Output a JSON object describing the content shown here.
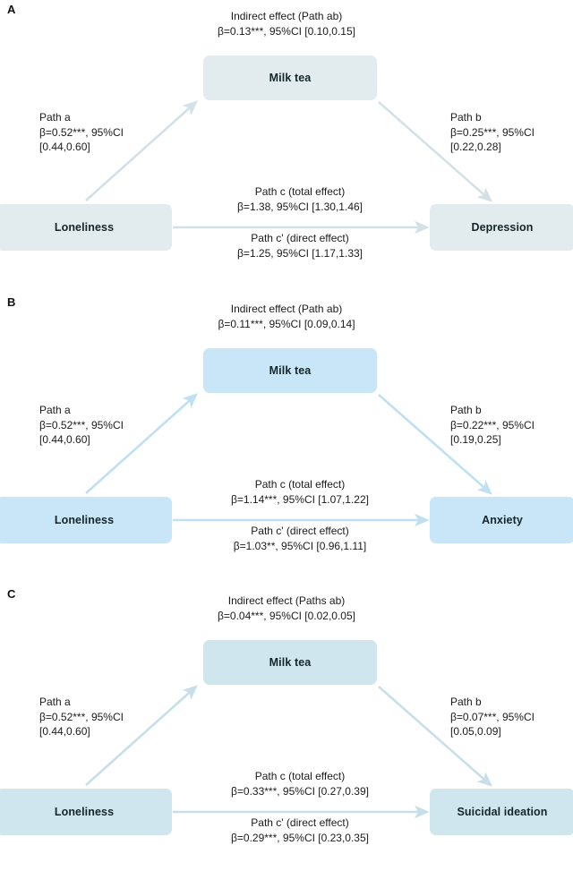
{
  "figure": {
    "type": "mediation-path-diagram",
    "panels": [
      {
        "letter": "A",
        "accent": "#e2ebee",
        "arrow_color": "#d3e1e6",
        "nodes": {
          "predictor": "Loneliness",
          "mediator": "Milk tea",
          "outcome": "Depression"
        },
        "indirect": "Indirect effect (Path ab)\nβ=0.13***, 95%CI [0.10,0.15]",
        "path_a": "Path a\nβ=0.52***, 95%CI\n[0.44,0.60]",
        "path_b": "Path b\nβ=0.25***, 95%CI\n[0.22,0.28]",
        "path_c": "Path c (total effect)\nβ=1.38, 95%CI [1.30,1.46]",
        "path_c_prime": "Path c' (direct effect)\nβ=1.25, 95%CI [1.17,1.33]"
      },
      {
        "letter": "B",
        "accent": "#c8e6f7",
        "arrow_color": "#bfe0f2",
        "nodes": {
          "predictor": "Loneliness",
          "mediator": "Milk tea",
          "outcome": "Anxiety"
        },
        "indirect": "Indirect effect (Path ab)\nβ=0.11***, 95%CI [0.09,0.14]",
        "path_a": "Path a\nβ=0.52***, 95%CI\n[0.44,0.60]",
        "path_b": "Path b\nβ=0.22***, 95%CI\n[0.19,0.25]",
        "path_c": "Path c (total effect)\nβ=1.14***, 95%CI [1.07,1.22]",
        "path_c_prime": "Path c' (direct effect)\nβ=1.03**, 95%CI [0.96,1.11]"
      },
      {
        "letter": "C",
        "accent": "#cfe6ef",
        "arrow_color": "#c6dfe9",
        "nodes": {
          "predictor": "Loneliness",
          "mediator": "Milk tea",
          "outcome": "Suicidal ideation"
        },
        "indirect": "Indirect effect (Paths ab)\nβ=0.04***, 95%CI [0.02,0.05]",
        "path_a": "Path a\nβ=0.52***, 95%CI\n[0.44,0.60]",
        "path_b": "Path b\nβ=0.07***, 95%CI\n[0.05,0.09]",
        "path_c": "Path c (total effect)\nβ=0.33***, 95%CI [0.27,0.39]",
        "path_c_prime": "Path c' (direct effect)\nβ=0.29***, 95%CI [0.23,0.35]"
      }
    ]
  }
}
